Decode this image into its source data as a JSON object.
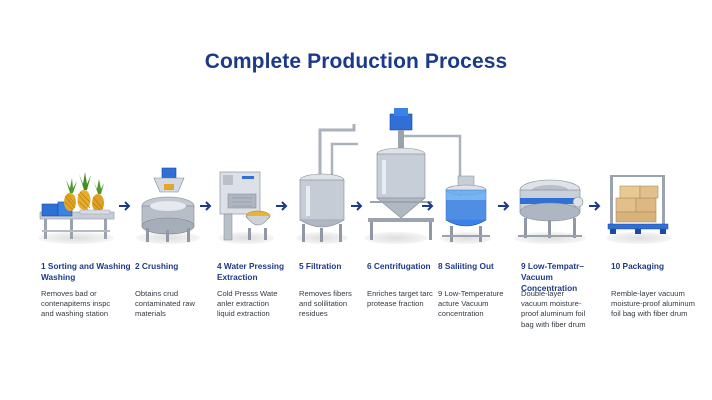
{
  "title": "Complete Production Process",
  "accent_color": "#1d3a8a",
  "steps": [
    {
      "title": "1 Sorting and Washing Washing",
      "desc": "Removes bad or contenapitems inspc and washing station",
      "icon": "sorting-washing-station-icon"
    },
    {
      "title": "2 Crushing",
      "desc": "Obtains crud contaminated raw materials",
      "icon": "crusher-icon"
    },
    {
      "title": "4 Water Pressing Extraction",
      "desc": "Cold Presss Wate anler extraction liquid extraction",
      "icon": "water-press-icon"
    },
    {
      "title": "5 Filtration",
      "desc": "Removes fibers and solilitation residues",
      "icon": "filtration-tank-icon"
    },
    {
      "title": "6 Centrifugation",
      "desc": "Enriches target tarc protease fraction",
      "icon": "centrifuge-icon"
    },
    {
      "title": "8 Saliiting Out",
      "desc": "9 Low-Temperature acture Vacuum concentration",
      "icon": "salting-out-vessel-icon"
    },
    {
      "title": "9 Low-Tempatr– Vacuum Concentration",
      "desc": "Double-layer vacuum moisture-proof aluminum foil bag with fiber drum",
      "icon": "vacuum-concentrator-icon"
    },
    {
      "title": "10 Packaging",
      "desc": "Remble-layer vacuum moisture-proof aluminum foil bag with fiber drum",
      "icon": "packaging-pallet-icon"
    }
  ]
}
